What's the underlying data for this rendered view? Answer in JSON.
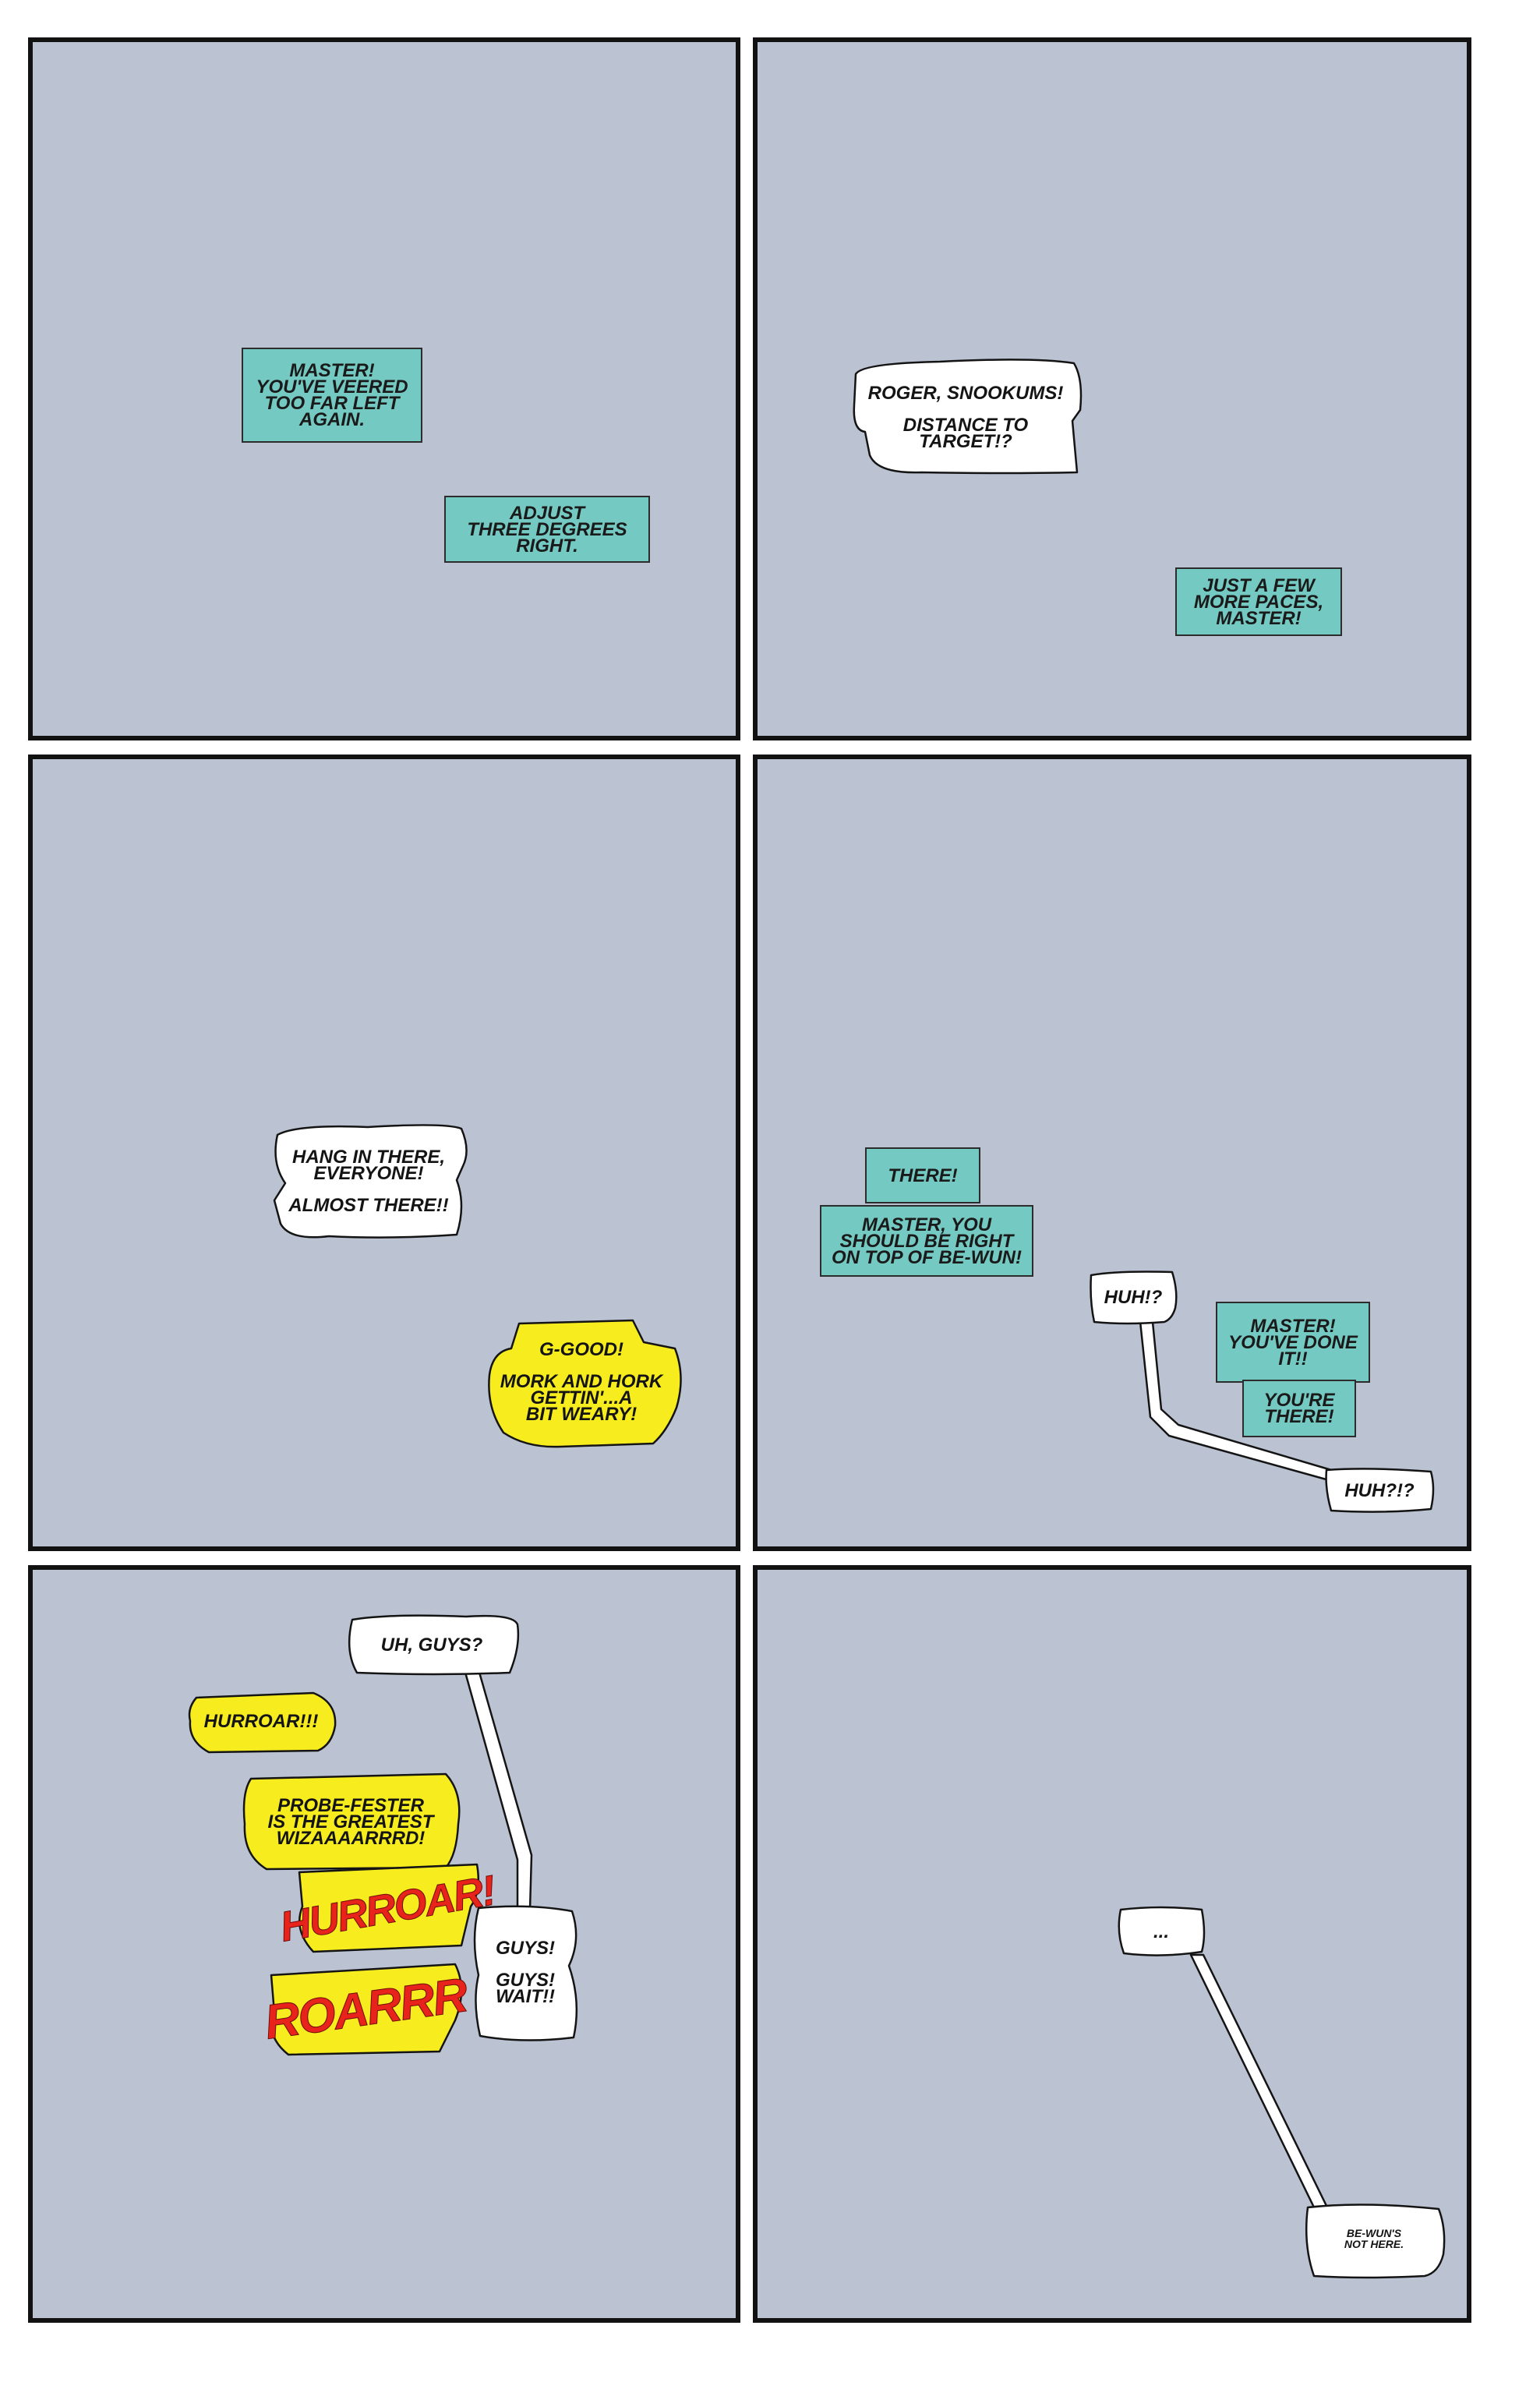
{
  "panels": [
    {
      "captions": [
        [
          "Master!",
          "You've veered",
          "too far left",
          "again."
        ],
        [
          "Adjust",
          "three degrees",
          "right."
        ]
      ]
    },
    {
      "balloons": [
        [
          "Roger, snookums!"
        ],
        [
          "Distance to",
          "target!?"
        ]
      ],
      "captions": [
        [
          "Just a few",
          "more paces,",
          "Master!"
        ]
      ]
    },
    {
      "balloons": [
        [
          "Hang in there,",
          "everyone!"
        ],
        [
          "Almost there!!"
        ]
      ],
      "yellow_balloons": [
        [
          "G-Good!"
        ],
        [
          "Mork and Hork",
          "gettin'...a",
          "bit weary!"
        ]
      ]
    },
    {
      "captions": [
        [
          "There!"
        ],
        [
          "Master, you",
          "should be right",
          "on top of Be-Wun!"
        ],
        [
          "Master!",
          "You've done",
          "it!!"
        ],
        [
          "You're",
          "there!"
        ]
      ],
      "balloons": [
        [
          "Huh!?"
        ],
        [
          "Huh?!?"
        ]
      ]
    },
    {
      "balloons": [
        [
          "Uh, guys?"
        ],
        [
          "Guys!"
        ],
        [
          "Guys!",
          "Wait!!"
        ]
      ],
      "yellow_balloons": [
        [
          "Hurroar!!!"
        ],
        [
          "Probe-fester",
          "is the greatest",
          "wizaaaarrrd!"
        ]
      ],
      "sound_effects": [
        "Hurroar!",
        "Roarrr"
      ]
    },
    {
      "balloons": [
        [
          "..."
        ],
        [
          "Be-Wun's",
          "not here."
        ]
      ]
    }
  ],
  "colors": {
    "panel_bg": "#bbc3d3",
    "caption_bg": "#74cac2",
    "yellow_balloon": "#f7ec1d",
    "sfx_red": "#e8231c"
  }
}
